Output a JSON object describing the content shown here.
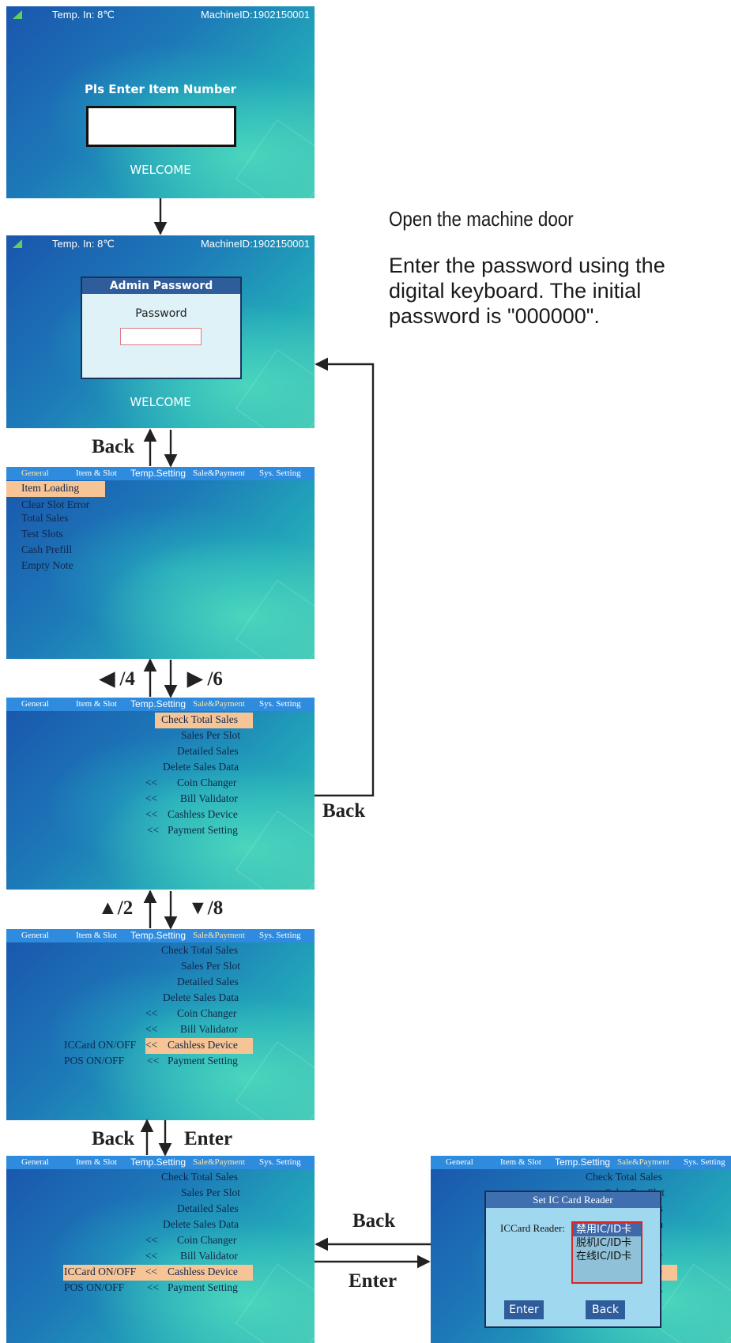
{
  "status": {
    "temp": "Temp.  In:  8℃",
    "machine_id": "MachineID:1902150001"
  },
  "screen1": {
    "prompt": "Pls Enter Item Number",
    "welcome": "WELCOME"
  },
  "screen2": {
    "dialog_title": "Admin Password",
    "field_label": "Password",
    "welcome": "WELCOME"
  },
  "tabs": {
    "general": "General",
    "item_slot": "Item & Slot",
    "temp": "Temp.Setting",
    "sale": "Sale&Payment",
    "sys": "Sys. Setting"
  },
  "general_menu": [
    "Item Loading",
    "Clear Slot Error",
    "Total Sales",
    "Test Slots",
    "Cash Prefill",
    "Empty Note"
  ],
  "sale_menu": [
    "Check Total Sales",
    "Sales Per Slot",
    "Detailed Sales",
    "Delete Sales Data",
    "Coin Changer",
    "Bill Validator",
    "Cashless Device",
    "Payment Setting"
  ],
  "submenu_arrows": "<<",
  "cashless_sub": [
    "ICCard ON/OFF",
    "POS ON/OFF"
  ],
  "ic_dialog": {
    "title": "Set IC Card Reader",
    "label": "ICCard Reader:",
    "options": [
      "禁用IC/ID卡",
      "脱机IC/ID卡",
      "在线IC/ID卡"
    ],
    "enter": "Enter",
    "back": "Back"
  },
  "instructions": {
    "title": "Open the machine door",
    "body": "Enter the password using the digital keyboard. The initial password is \"000000\"."
  },
  "flow_labels": {
    "back": "Back",
    "enter": "Enter",
    "left4": "◀ /4",
    "right6": "▶ /6",
    "up2": "▲/2",
    "down8": "▼/8"
  },
  "colors": {
    "menu_bar": "#2e8bde",
    "highlight": "#f7c496",
    "dialog_title": "#2f5c9a"
  }
}
